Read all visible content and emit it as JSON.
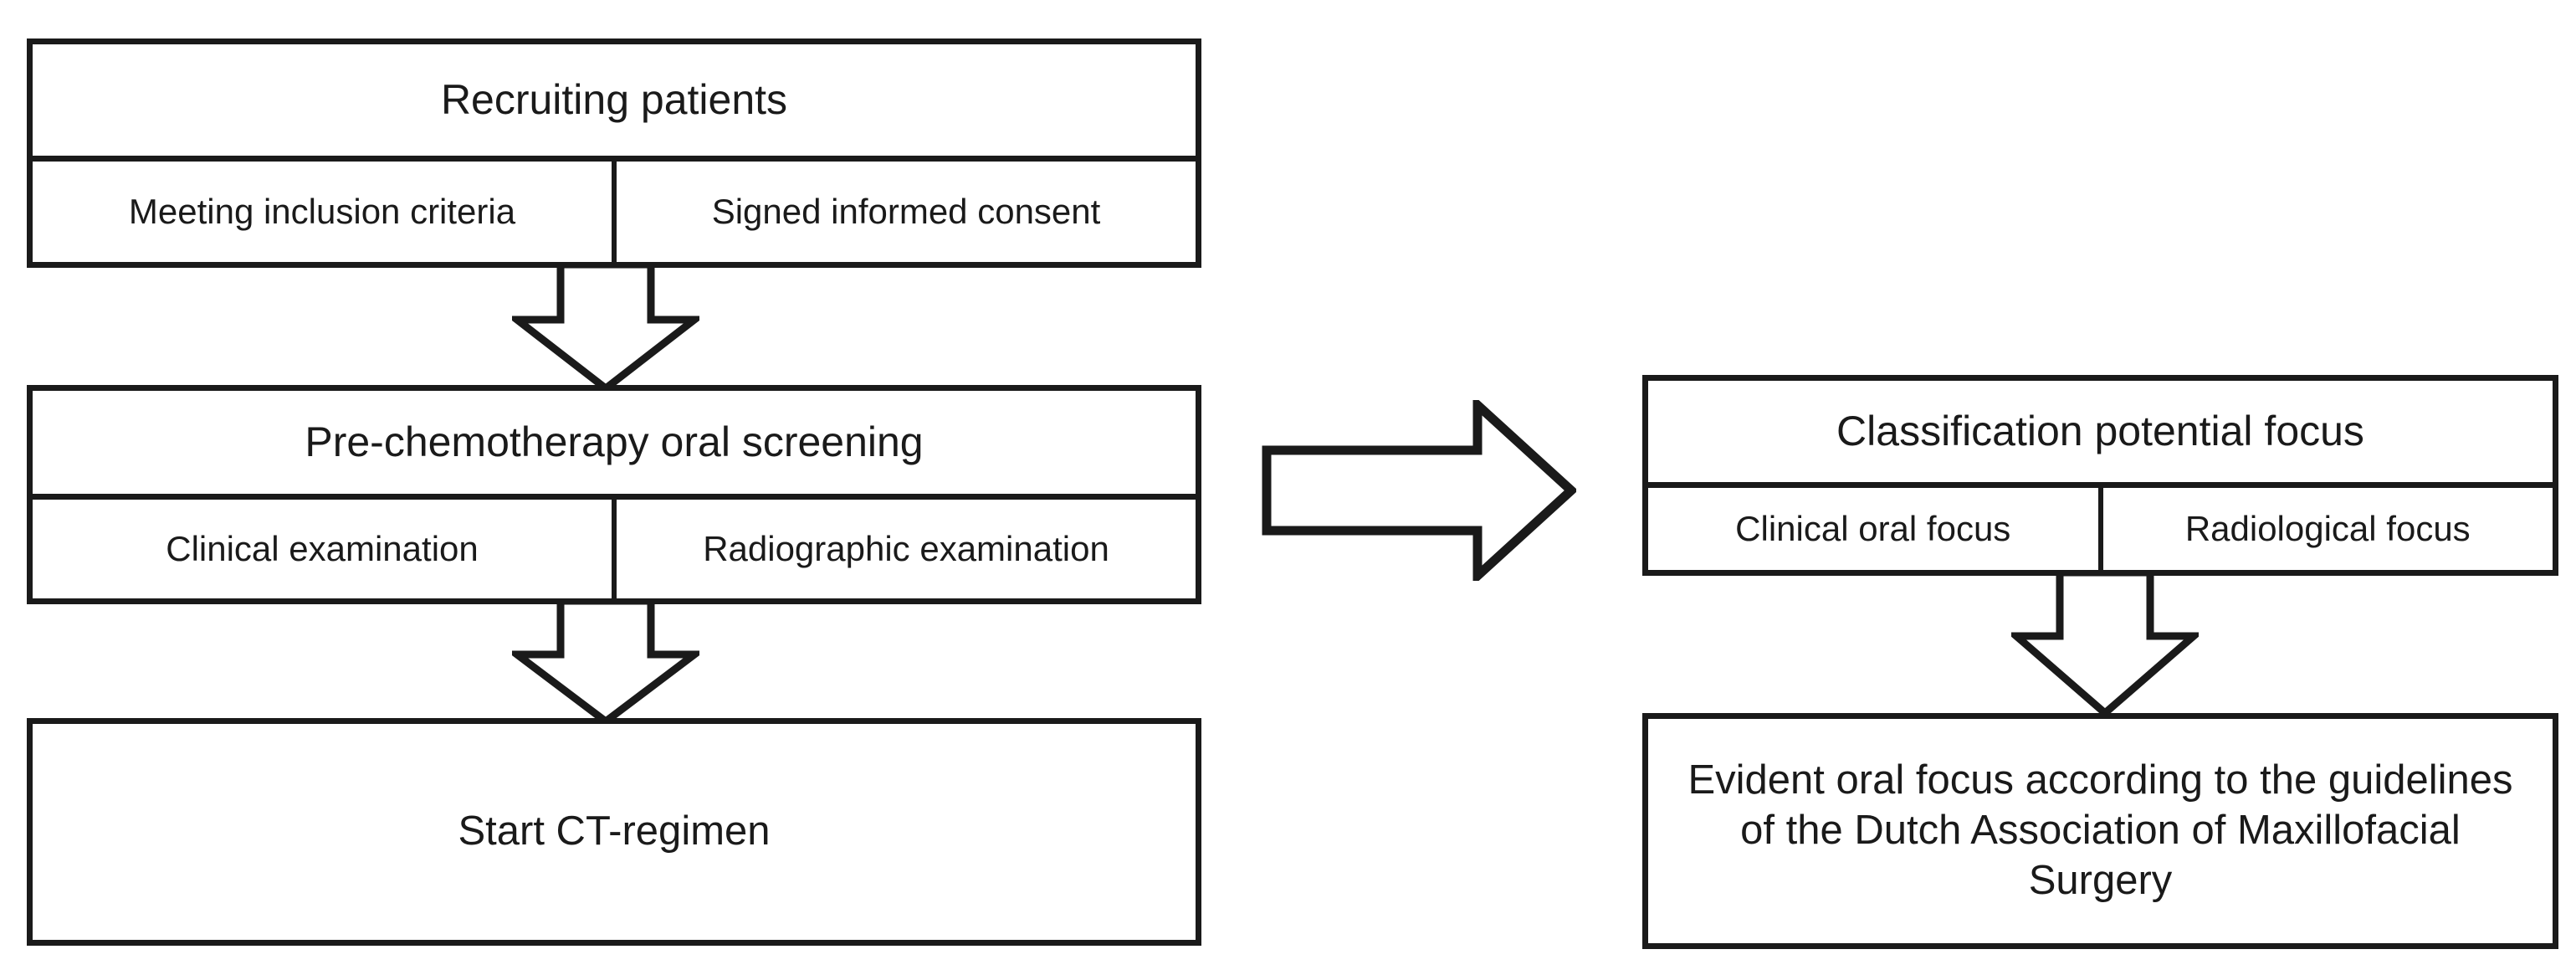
{
  "diagram": {
    "title_text_color": "#1a1a1a",
    "background": "#ffffff",
    "stroke": "#1a1a1a",
    "left_column": {
      "step1": {
        "header": "Recruiting patients",
        "subcells": [
          "Meeting inclusion criteria",
          "Signed informed consent"
        ]
      },
      "step2": {
        "header": "Pre-chemotherapy oral screening",
        "subcells": [
          "Clinical examination",
          "Radiographic examination"
        ]
      },
      "step3": {
        "header": "Start CT-regimen"
      }
    },
    "right_column": {
      "step1": {
        "header": "Classification potential focus",
        "subcells": [
          "Clinical oral focus",
          "Radiological focus"
        ]
      },
      "step2": {
        "header": "Evident oral focus according to the guidelines of the Dutch Association of Maxillofacial Surgery"
      }
    },
    "connectors": [
      {
        "name": "arrow-down-recruiting-to-screening",
        "direction": "down"
      },
      {
        "name": "arrow-down-screening-to-ct-regimen",
        "direction": "down"
      },
      {
        "name": "arrow-right-screening-to-classification",
        "direction": "right"
      },
      {
        "name": "arrow-down-classification-to-evident-focus",
        "direction": "down"
      }
    ]
  }
}
